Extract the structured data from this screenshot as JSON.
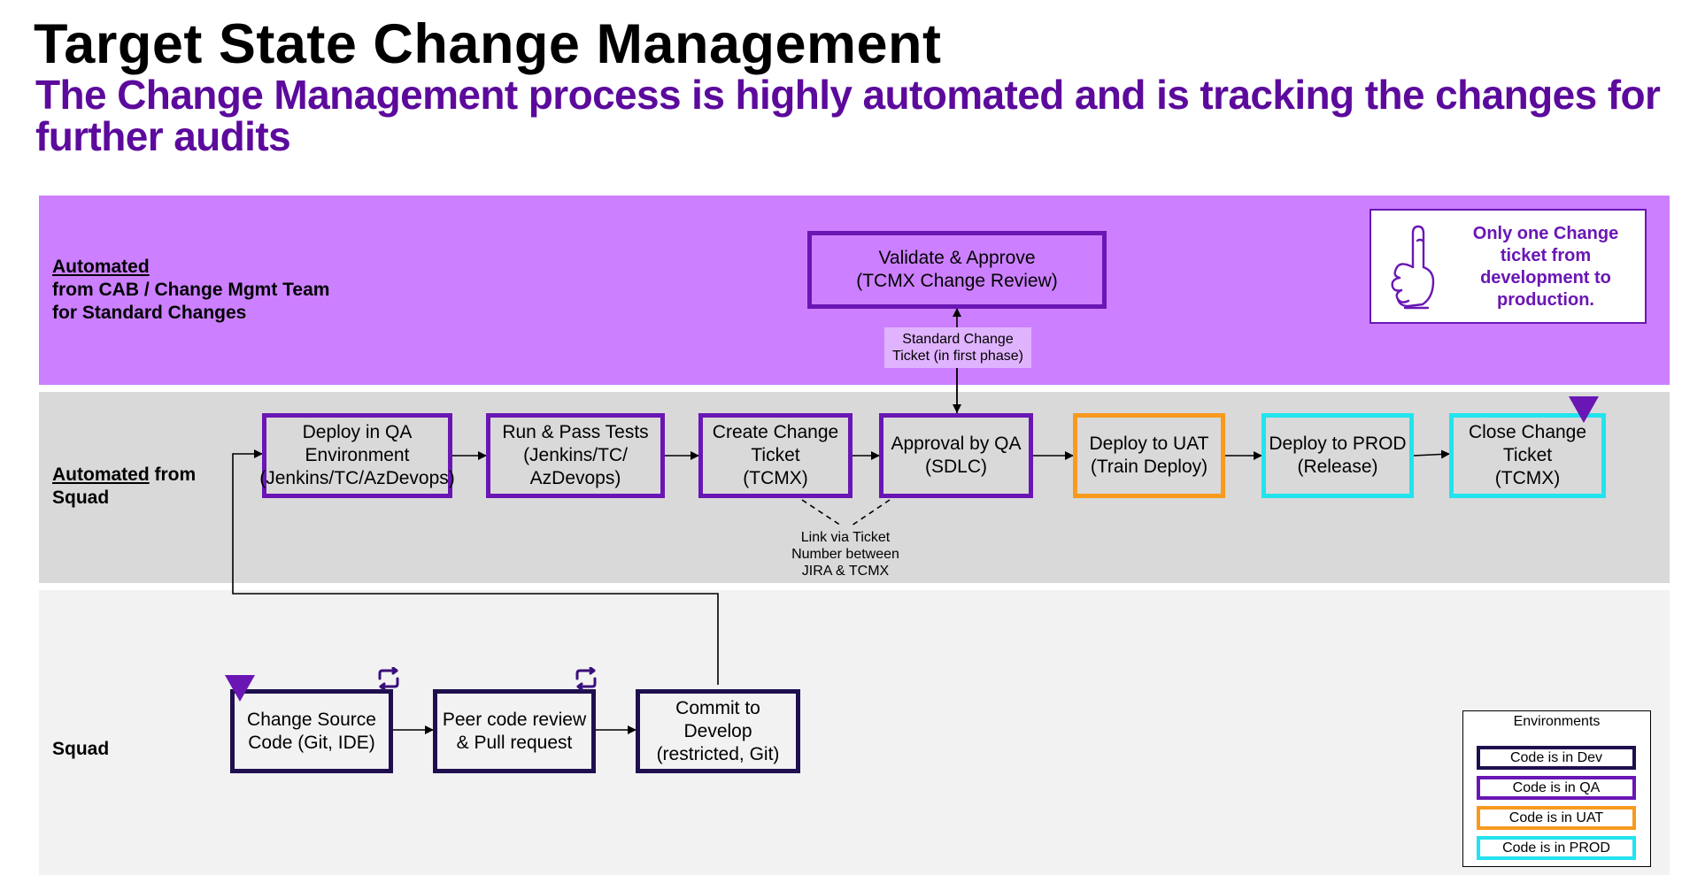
{
  "header": {
    "title": "Target State Change Management",
    "subtitle": "The Change Management process is highly automated and is tracking the changes for further audits"
  },
  "colors": {
    "title_purple": "#5c0a9c",
    "lane_cab": "#cc80ff",
    "lane_auto": "#d9d9d9",
    "lane_squad": "#f2f2f2",
    "env_dev": "#1f0f4f",
    "env_qa": "#6a16b4",
    "env_uat": "#f79a1e",
    "env_prod": "#22e3ee"
  },
  "lanes": {
    "cab": {
      "label_underlined": "Automated",
      "label_line2": "from CAB / Change Mgmt Team",
      "label_line3": "for Standard Changes"
    },
    "automated": {
      "label_underlined": "Automated",
      "label_rest": " from",
      "label_line2": "Squad"
    },
    "squad": {
      "label": "Squad"
    }
  },
  "nodes": {
    "validate": {
      "line1": "Validate & Approve",
      "line2": "(TCMX Change Review)",
      "environment": "Code is in QA"
    },
    "deploy_qa": {
      "line1": "Deploy in QA",
      "line2": "Environment",
      "line3": "(Jenkins/TC/AzDevops)",
      "environment": "Code is in QA"
    },
    "run_tests": {
      "line1": "Run & Pass Tests",
      "line2": "(Jenkins/TC/",
      "line3": "AzDevops)",
      "environment": "Code is in QA"
    },
    "create_ticket": {
      "line1": "Create Change",
      "line2": "Ticket",
      "line3": "(TCMX)",
      "environment": "Code is in QA"
    },
    "approval_qa": {
      "line1": "Approval by QA",
      "line2": "(SDLC)",
      "environment": "Code is in QA"
    },
    "deploy_uat": {
      "line1": "Deploy to UAT",
      "line2": "(Train Deploy)",
      "environment": "Code is in UAT"
    },
    "deploy_prod": {
      "line1": "Deploy to PROD",
      "line2": "(Release)",
      "environment": "Code is in PROD"
    },
    "close_ticket": {
      "line1": "Close Change",
      "line2": "Ticket",
      "line3": "(TCMX)",
      "environment": "Code is in PROD"
    },
    "change_source": {
      "line1": "Change Source",
      "line2": "Code (Git, IDE)",
      "environment": "Code is in Dev"
    },
    "peer_review": {
      "line1": "Peer code review",
      "line2": "& Pull request",
      "environment": "Code is in Dev"
    },
    "commit": {
      "line1": "Commit to Develop",
      "line2": "(restricted, Git)",
      "environment": "Code is in Dev"
    }
  },
  "notes": {
    "standard_ticket": {
      "line1": "Standard Change",
      "line2": "Ticket (in first phase)"
    },
    "link_ticket": {
      "line1": "Link via Ticket",
      "line2": "Number between",
      "line3": "JIRA & TCMX"
    }
  },
  "callout": {
    "line1": "Only one Change",
    "line2": "ticket from",
    "line3": "development to",
    "line4": "production.",
    "icon": "pointing-hand-icon"
  },
  "markers": {
    "start": "start-triangle-icon",
    "end": "end-triangle-icon",
    "cycle": "cycle-icon"
  },
  "legend": {
    "title": "Environments",
    "items": [
      "Code is in Dev",
      "Code is in QA",
      "Code is in UAT",
      "Code is in PROD"
    ]
  }
}
